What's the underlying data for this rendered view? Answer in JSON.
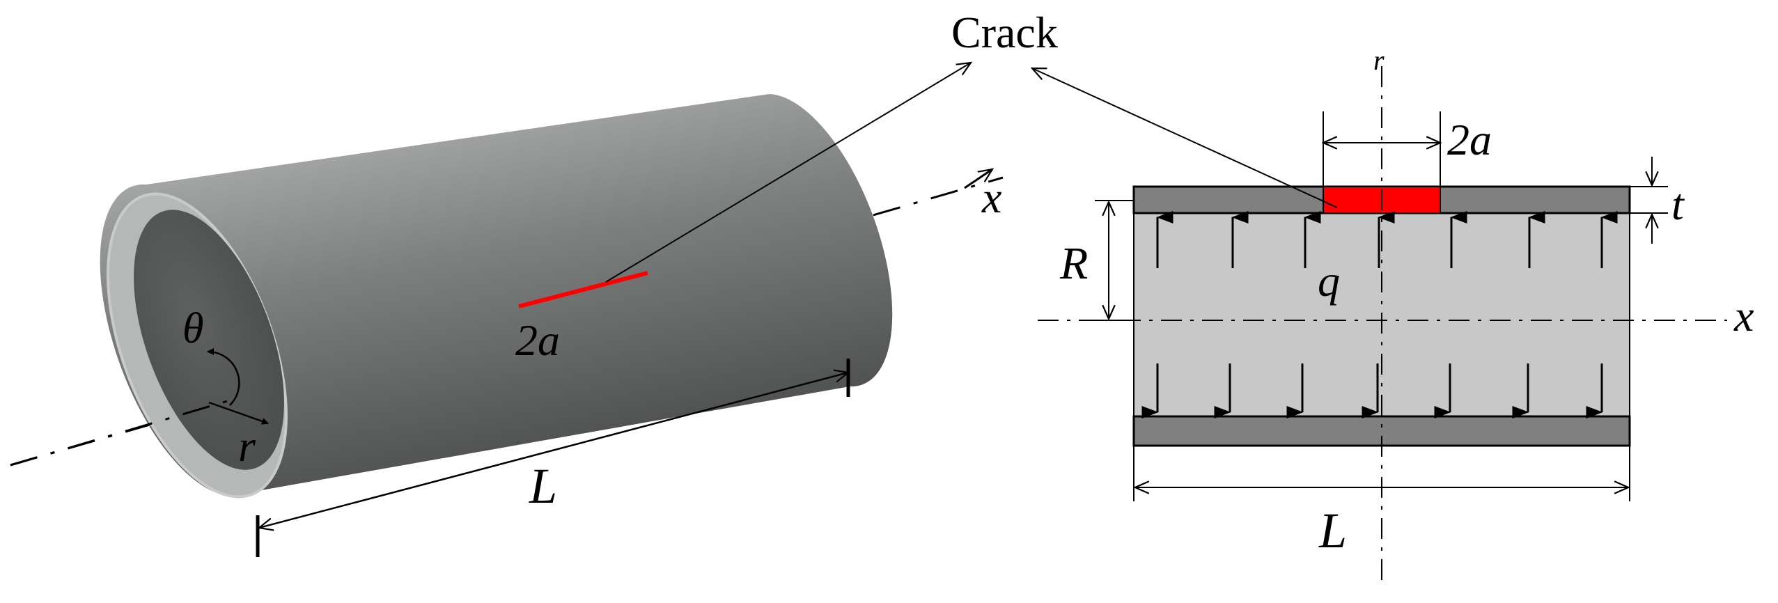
{
  "figure": {
    "crack_label": "Crack",
    "tube3d": {
      "crack_length": "2a",
      "length": "L",
      "axis": "x",
      "angle": "θ",
      "radial": "r"
    },
    "section": {
      "radial_axis": "r",
      "crack_length": "2a",
      "thickness": "t",
      "radius": "R",
      "pressure": "q",
      "axis": "x",
      "length": "L"
    },
    "colors": {
      "crack": "#ff0000",
      "wall": "#808080",
      "interior": "#c8c8c8",
      "tube_light": "#a4a6a5",
      "tube_dark": "#585a59"
    }
  }
}
